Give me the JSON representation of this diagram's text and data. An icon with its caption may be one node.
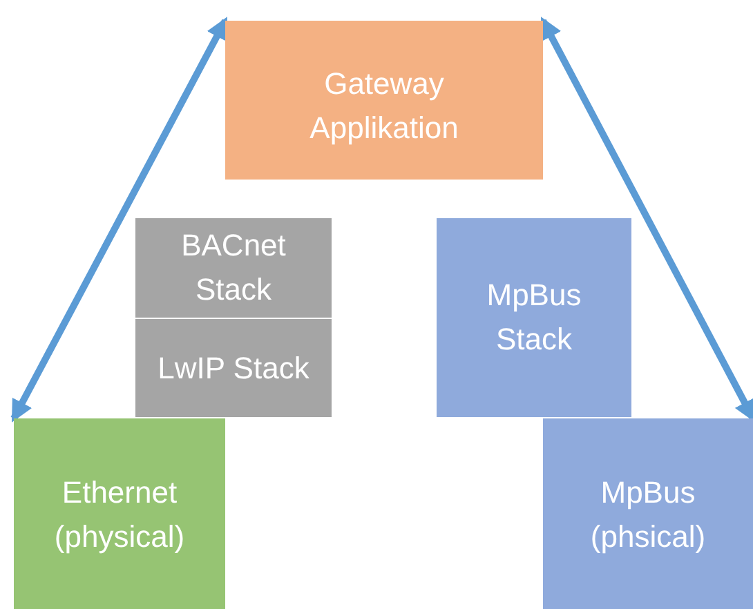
{
  "diagram": {
    "nodes": [
      {
        "text": [
          "Gateway Applikation"
        ]
      },
      {
        "text": [
          "BACnet Stack"
        ]
      },
      {
        "text": [
          "LwIP Stack"
        ]
      },
      {
        "text": [
          "MpBus Stack"
        ]
      },
      {
        "text": [
          "Ethernet (physical)"
        ]
      },
      {
        "text": [
          "MpBus (phsical)"
        ]
      }
    ],
    "edges": [
      {
        "from": 4,
        "to": 0,
        "arrow": "both"
      },
      {
        "from": 0,
        "to": 5,
        "arrow": "both"
      }
    ]
  }
}
